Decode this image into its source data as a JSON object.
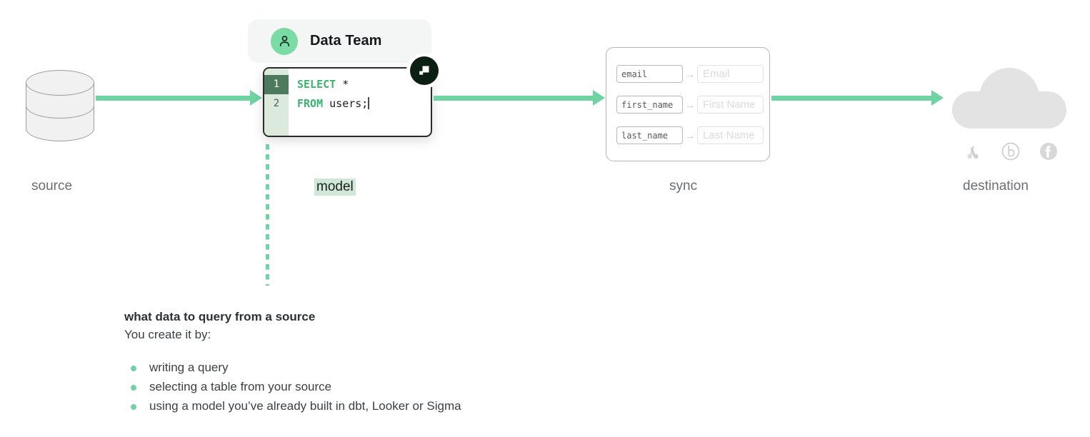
{
  "diagram": {
    "stages": [
      {
        "key": "source",
        "label": "source"
      },
      {
        "key": "model",
        "label": "model"
      },
      {
        "key": "sync",
        "label": "sync"
      },
      {
        "key": "destination",
        "label": "destination"
      }
    ],
    "accent_color": "#6fd3a3",
    "highlight_color": "#cfe8d8",
    "label_color": "#6b6f72"
  },
  "source": {
    "icon": "database-cylinder-icon",
    "layers": 3
  },
  "model": {
    "owner_pill": {
      "avatar_icon": "user-avatar-icon",
      "label": "Data Team"
    },
    "badge_icon": "hightouch-logo-icon",
    "editor": {
      "line_numbers": [
        "1",
        "2"
      ],
      "active_line": 1,
      "lines": [
        {
          "keyword": "SELECT",
          "rest": " *"
        },
        {
          "keyword": "FROM",
          "rest": " users;"
        }
      ],
      "cursor_visible": true
    }
  },
  "sync": {
    "mappings": [
      {
        "from": "email",
        "arrow": "→",
        "to": "Email"
      },
      {
        "from": "first_name",
        "arrow": "→",
        "to": "First Name"
      },
      {
        "from": "last_name",
        "arrow": "→",
        "to": "Last Name"
      }
    ]
  },
  "destination": {
    "cloud_icon": "cloud-icon",
    "integrations": [
      {
        "name": "google-ads-icon",
        "title": "Google Ads"
      },
      {
        "name": "braze-icon",
        "title": "Braze"
      },
      {
        "name": "facebook-icon",
        "title": "Facebook"
      }
    ]
  },
  "description": {
    "title": "what data to query from a source",
    "subtitle": "You create it by:",
    "bullets": [
      "writing a query",
      "selecting a table from your source",
      "using a model you’ve already built in dbt, Looker or Sigma"
    ]
  }
}
